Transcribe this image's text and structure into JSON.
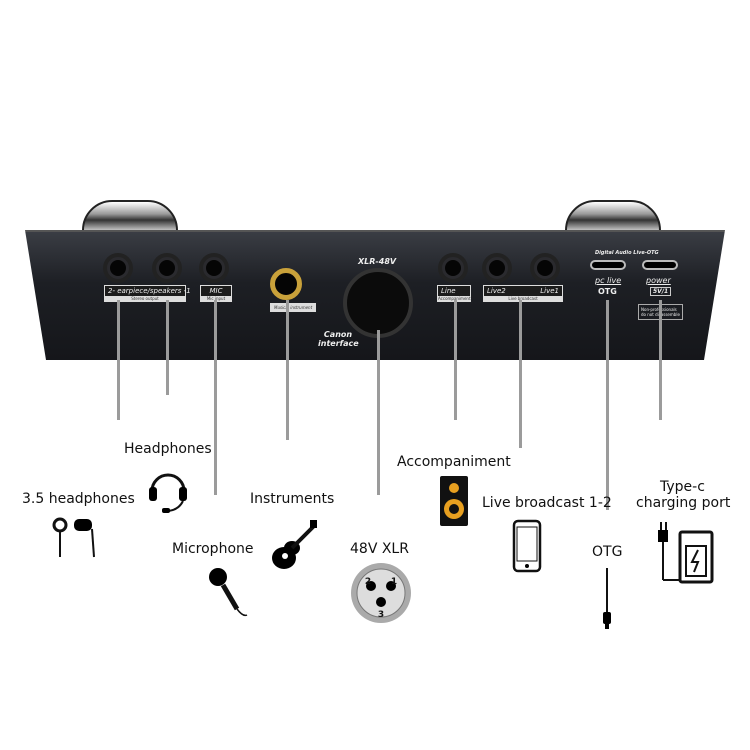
{
  "device": {
    "headphone_tag": "2- earpiece/speakers -1",
    "headphone_sub": "Stereo output",
    "mic_tag": "MIC",
    "mic_sub": "Mic input",
    "instrument_sub": "Musical instrument",
    "xlr_title": "XLR-48V",
    "canon": "Canon interface",
    "line_tag": "Line",
    "line_sub": "Accompaniment",
    "live2": "Live2",
    "live1": "Live1",
    "live_sub": "Live broadcast",
    "digital": "Digital Audio Live-OTG",
    "pc_live": "pc live",
    "otg": "OTG",
    "power": "power",
    "power_badge": "5V/1",
    "note": "Non-professionals do not disassemble"
  },
  "labels": {
    "headphones": "Headphones",
    "headphones35": "3.5 headphones",
    "microphone": "Microphone",
    "instruments": "Instruments",
    "xlr": "48V XLR",
    "accompaniment": "Accompaniment",
    "live": "Live broadcast 1-2",
    "otg": "OTG",
    "typec1": "Type-c",
    "typec2": "charging port"
  },
  "xlr_pins": [
    "2",
    "1",
    "3"
  ]
}
